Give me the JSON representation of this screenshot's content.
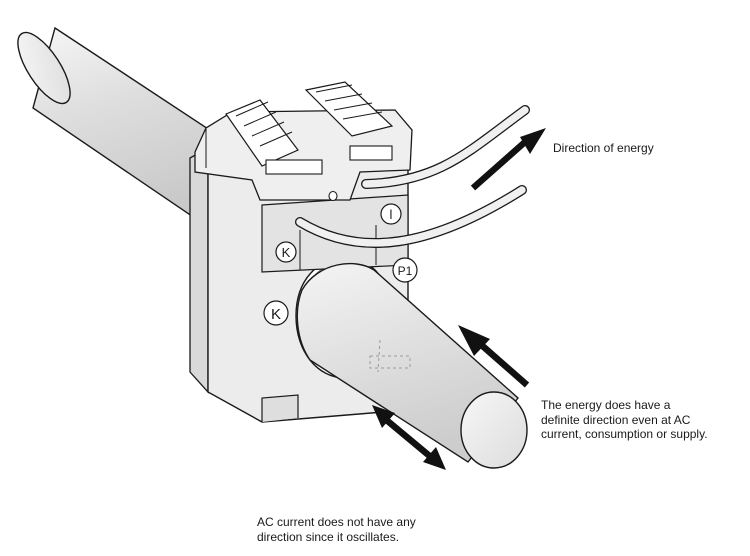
{
  "terminals": {
    "k": "K",
    "l": "l",
    "p1": "P1",
    "big_k": "K"
  },
  "annotations": {
    "energy_direction": "Direction of energy",
    "definite_direction": "The energy does have a\ndefinite direction even at AC\ncurrent, consumption or supply.",
    "ac_no_direction": "AC current does not have any\ndirection since it oscillates."
  },
  "colors": {
    "stroke": "#1a1a1a",
    "body_fill": "#e9e9e9",
    "conductor_fill": "#e4e4e4",
    "background": "#ffffff"
  }
}
